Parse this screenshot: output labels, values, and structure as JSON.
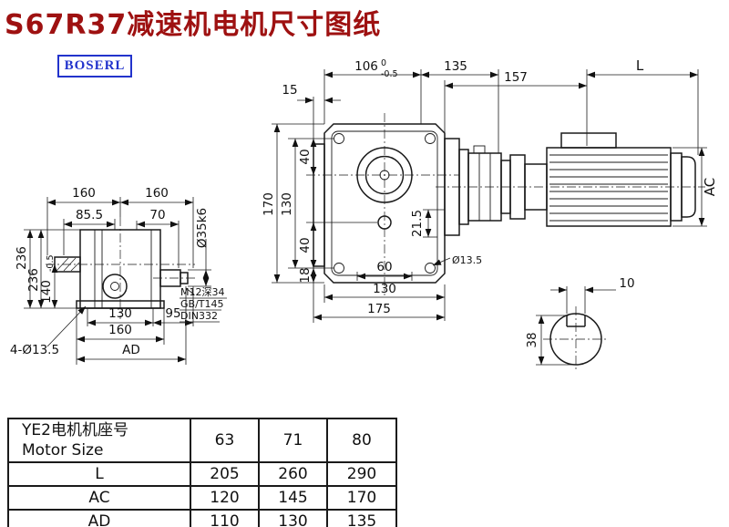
{
  "page": {
    "title": "S67R37减速机电机尺寸图纸",
    "logo": "BOSERL"
  },
  "dims": {
    "top_106": "106",
    "top_106_tol_u": "0",
    "top_106_tol_d": "-0.5",
    "top_135": "135",
    "top_157": "157",
    "top_L": "L",
    "dim_15": "15",
    "fv_170": "170",
    "fv_130": "130",
    "fv_40a": "40",
    "fv_40b": "40",
    "fv_18": "18",
    "fv_60": "60",
    "fv_130b": "130",
    "fv_175": "175",
    "fv_hole": "Ø13.5",
    "fv_21_5": "21.5",
    "motor_AC": "AC",
    "sv_160a": "160",
    "sv_160b": "160",
    "sv_85_5": "85.5",
    "sv_70": "70",
    "sv_dia35": "Ø35k6",
    "sv_236a": "236",
    "sv_236b": "236",
    "sv_140": "140",
    "sv_140tol": "-0.5",
    "sv_130": "130",
    "sv_95": "95",
    "sv_160c": "160",
    "sv_AD": "AD",
    "sv_4holes": "4-Ø13.5",
    "tap_1": "M12深34",
    "tap_2": "GB/T145",
    "tap_3": "DIN332",
    "key_10": "10",
    "key_38": "38"
  },
  "table": {
    "header_cn": "YE2电机机座号",
    "header_en": "Motor Size",
    "sizes": [
      "63",
      "71",
      "80"
    ],
    "rows": [
      {
        "label": "L",
        "values": [
          "205",
          "260",
          "290"
        ]
      },
      {
        "label": "AC",
        "values": [
          "120",
          "145",
          "170"
        ]
      },
      {
        "label": "AD",
        "values": [
          "110",
          "130",
          "135"
        ]
      }
    ]
  }
}
